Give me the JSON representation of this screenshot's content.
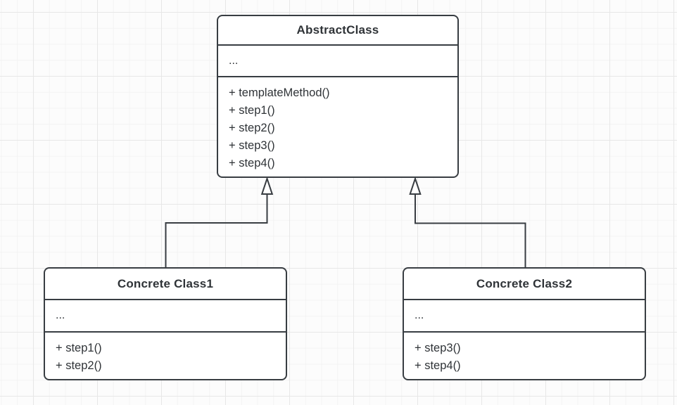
{
  "diagram": {
    "type": "uml-class-diagram",
    "pattern": "Template Method",
    "colors": {
      "stroke": "#383d42",
      "text": "#2f3337",
      "fill": "#ffffff",
      "background": "#fcfcfc",
      "grid_minor": "#f3f3f3",
      "grid_major": "#e7e7e7"
    },
    "classes": [
      {
        "name": "AbstractClass",
        "attributes": [
          "..."
        ],
        "methods": [
          "+ templateMethod()",
          "+ step1()",
          "+ step2()",
          "+ step3()",
          "+ step4()"
        ]
      },
      {
        "name": "Concrete Class1",
        "attributes": [
          "..."
        ],
        "methods": [
          "+ step1()",
          "+ step2()"
        ]
      },
      {
        "name": "Concrete Class2",
        "attributes": [
          "..."
        ],
        "methods": [
          "+ step3()",
          "+ step4()"
        ]
      }
    ],
    "relations": [
      {
        "from": "Concrete Class1",
        "to": "AbstractClass",
        "type": "inheritance"
      },
      {
        "from": "Concrete Class2",
        "to": "AbstractClass",
        "type": "inheritance"
      }
    ]
  }
}
